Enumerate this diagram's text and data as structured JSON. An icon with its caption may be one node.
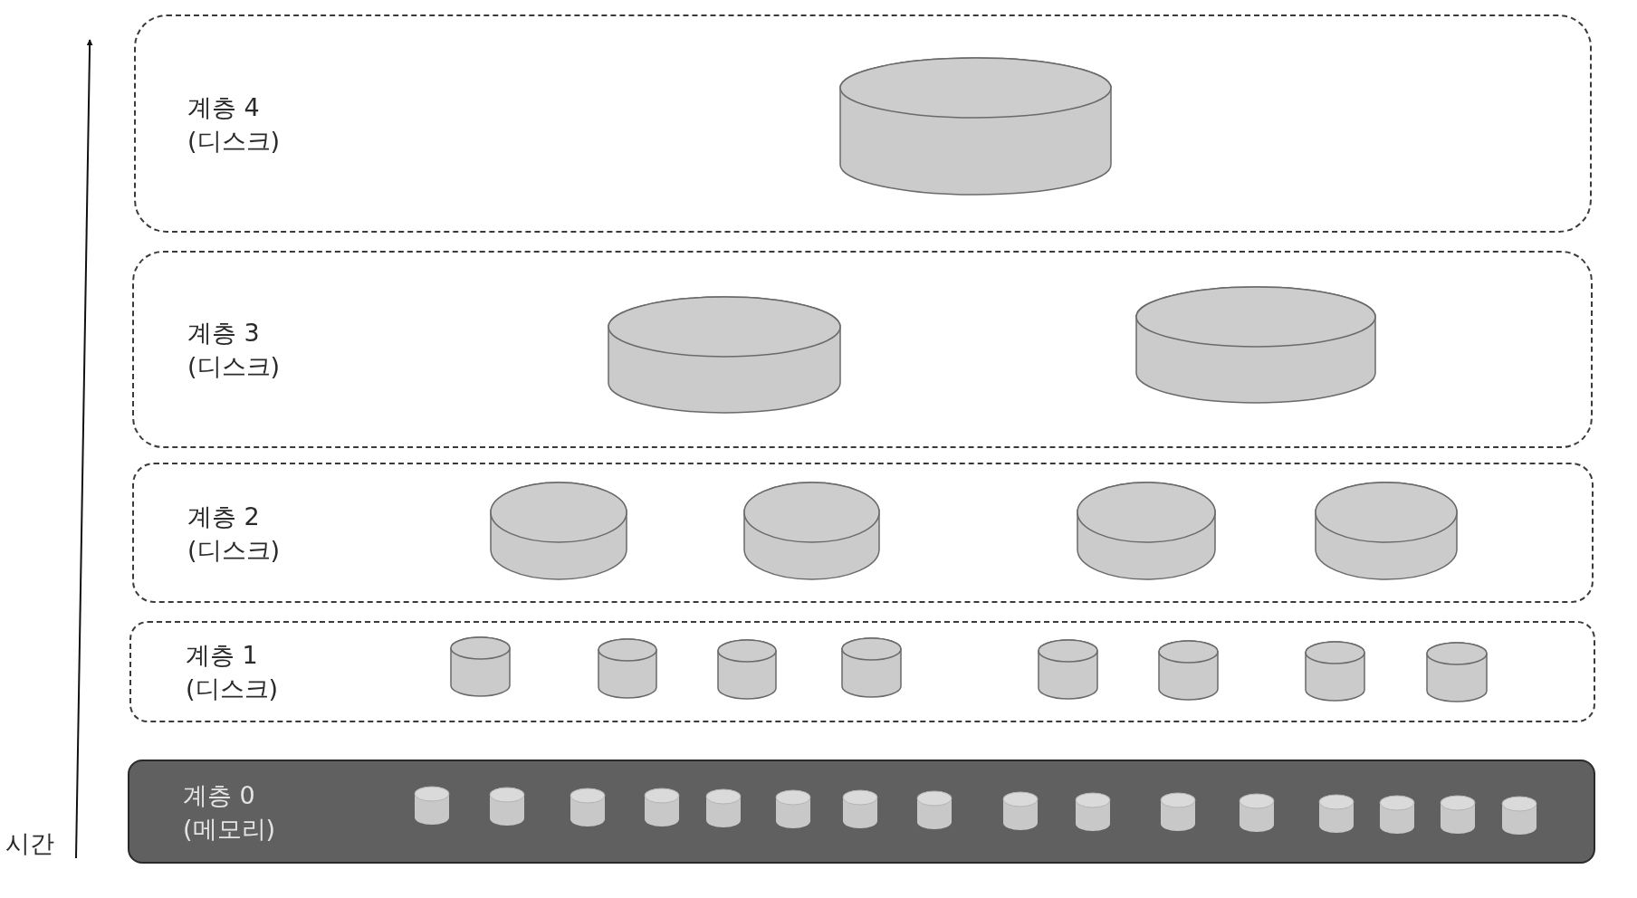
{
  "diagram": {
    "nodes": [
      {
        "text": [
          "계층 4 (디스크)"
        ]
      },
      {
        "text": [],
        "shape": "cylinder",
        "in": 0
      },
      {
        "text": [
          "계층 3 (디스크)"
        ]
      },
      {
        "text": [],
        "shape": "cylinder",
        "in": 2
      },
      {
        "text": [],
        "shape": "cylinder",
        "in": 2
      },
      {
        "text": [
          "계층 2 (디스크)"
        ]
      },
      {
        "text": [],
        "shape": "cylinder",
        "in": 5
      },
      {
        "text": [],
        "shape": "cylinder",
        "in": 5
      },
      {
        "text": [],
        "shape": "cylinder",
        "in": 5
      },
      {
        "text": [],
        "shape": "cylinder",
        "in": 5
      },
      {
        "text": [
          "계층 1 (디스크)"
        ]
      },
      {
        "text": [],
        "shape": "cylinder",
        "in": 10
      },
      {
        "text": [],
        "shape": "cylinder",
        "in": 10
      },
      {
        "text": [],
        "shape": "cylinder",
        "in": 10
      },
      {
        "text": [],
        "shape": "cylinder",
        "in": 10
      },
      {
        "text": [],
        "shape": "cylinder",
        "in": 10
      },
      {
        "text": [],
        "shape": "cylinder",
        "in": 10
      },
      {
        "text": [],
        "shape": "cylinder",
        "in": 10
      },
      {
        "text": [],
        "shape": "cylinder",
        "in": 10
      },
      {
        "text": [
          "계층 0 (메모리)"
        ]
      },
      {
        "text": [],
        "shape": "cylinder",
        "in": 19
      },
      {
        "text": [],
        "shape": "cylinder",
        "in": 19
      },
      {
        "text": [],
        "shape": "cylinder",
        "in": 19
      },
      {
        "text": [],
        "shape": "cylinder",
        "in": 19
      },
      {
        "text": [],
        "shape": "cylinder",
        "in": 19
      },
      {
        "text": [],
        "shape": "cylinder",
        "in": 19
      },
      {
        "text": [],
        "shape": "cylinder",
        "in": 19
      },
      {
        "text": [],
        "shape": "cylinder",
        "in": 19
      },
      {
        "text": [],
        "shape": "cylinder",
        "in": 19
      },
      {
        "text": [],
        "shape": "cylinder",
        "in": 19
      },
      {
        "text": [],
        "shape": "cylinder",
        "in": 19
      },
      {
        "text": [],
        "shape": "cylinder",
        "in": 19
      },
      {
        "text": [],
        "shape": "cylinder",
        "in": 19
      },
      {
        "text": [],
        "shape": "cylinder",
        "in": 19
      },
      {
        "text": [],
        "shape": "cylinder",
        "in": 19
      },
      {
        "text": [],
        "shape": "cylinder",
        "in": 19
      }
    ],
    "labels": [
      "시간"
    ]
  }
}
